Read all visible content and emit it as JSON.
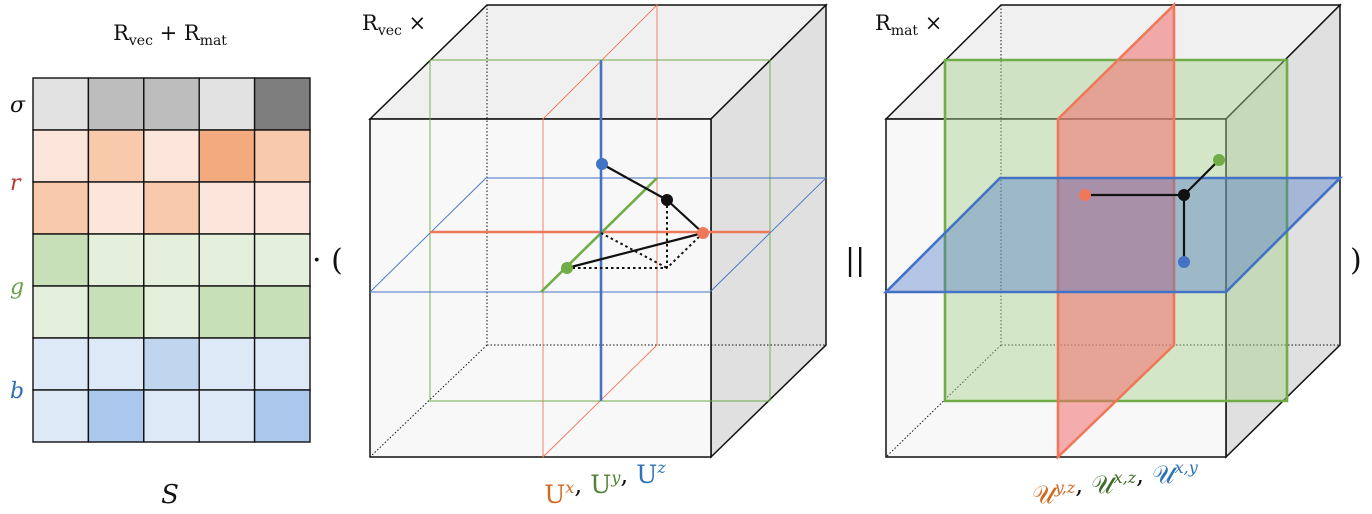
{
  "panel_left": {
    "title_base1": "R",
    "title_sub1": "vec",
    "title_plus": " + ",
    "title_base2": "R",
    "title_sub2": "mat",
    "row_labels": [
      {
        "text": "σ",
        "color": "#111111"
      },
      {
        "text": "r",
        "color": "#b5342b"
      },
      {
        "text": "g",
        "color": "#6b9f4a"
      },
      {
        "text": "b",
        "color": "#2f6fb3"
      }
    ],
    "grid_rows": [
      [
        "#e2e2e2",
        "#bdbdbd",
        "#bdbdbd",
        "#e2e2e2",
        "#7e7e7e"
      ],
      [
        "#fce6dc",
        "#f8c9ab",
        "#fce6dc",
        "#f3aa7f",
        "#f8c9ab"
      ],
      [
        "#f8c9ab",
        "#fce6dc",
        "#f8c9ab",
        "#fce6dc",
        "#fce6dc"
      ],
      [
        "#c8e0b8",
        "#e4f0dc",
        "#e4f0dc",
        "#e4f0dc",
        "#e4f0dc"
      ],
      [
        "#e4f0dc",
        "#c8e0b8",
        "#e4f0dc",
        "#c8e0b8",
        "#c8e0b8"
      ],
      [
        "#dde9f6",
        "#dde9f6",
        "#bfd6ee",
        "#dde9f6",
        "#dde9f6"
      ],
      [
        "#dde9f6",
        "#a9c8eb",
        "#dde9f6",
        "#dde9f6",
        "#a9c8eb"
      ]
    ],
    "caption": "S"
  },
  "operators": {
    "dot_paren": "· (",
    "concat": "||",
    "close_paren": ")"
  },
  "panel_middle": {
    "title_base": "R",
    "title_sub": "vec",
    "title_times": " ×",
    "caption_parts": [
      {
        "base": "U",
        "sup": "x",
        "color": "#d06a1f"
      },
      {
        "sep": ", "
      },
      {
        "base": "U",
        "sup": "y",
        "color": "#538135"
      },
      {
        "sep": ", "
      },
      {
        "base": "U",
        "sup": "z",
        "color": "#2e74b5"
      }
    ]
  },
  "panel_right": {
    "title_base": "R",
    "title_sub": "mat",
    "title_times": " ×",
    "caption_parts": [
      {
        "base": "𝒰",
        "sup": "y,z",
        "color": "#d06a1f"
      },
      {
        "sep": ", "
      },
      {
        "base": "𝒰",
        "sup": "x,z",
        "color": "#3f6b2a"
      },
      {
        "sep": ", "
      },
      {
        "base": "𝒰",
        "sup": "x,y",
        "color": "#2e74b5"
      }
    ]
  },
  "colors": {
    "x_axis": "#f0785a",
    "y_axis": "#70ad47",
    "z_axis": "#4472c4",
    "cube_front": "#f4f4f4",
    "cube_top": "#f0f0f0",
    "cube_side": "#e0e0e0",
    "plane_green": "#70ad47",
    "plane_red": "#f26d6d",
    "plane_blue": "#4472c4"
  }
}
